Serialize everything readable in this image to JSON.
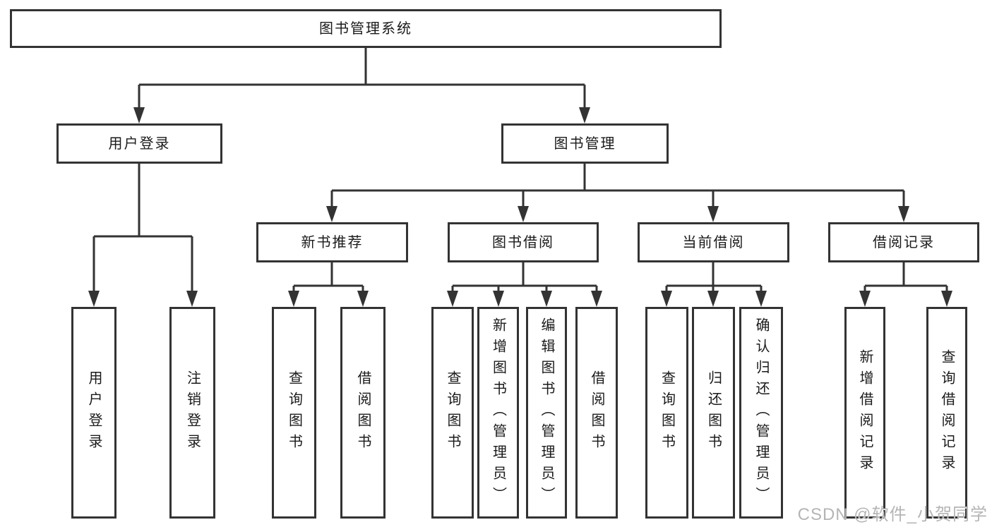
{
  "colors": {
    "line": "#333333",
    "text": "#1a1a1a",
    "watermark": "#b5b5b5",
    "background": "#ffffff"
  },
  "watermark": {
    "text": "CSDN @软件_小贺同学"
  },
  "tree": {
    "root": {
      "label": "图书管理系统",
      "children": [
        {
          "label": "用户登录",
          "children": [
            {
              "label": "用户登录"
            },
            {
              "label": "注销登录"
            }
          ]
        },
        {
          "label": "图书管理",
          "children": [
            {
              "label": "新书推荐",
              "children": [
                {
                  "label": "查询图书"
                },
                {
                  "label": "借阅图书"
                }
              ]
            },
            {
              "label": "图书借阅",
              "children": [
                {
                  "label": "查询图书"
                },
                {
                  "label": "新增图书（管理员）"
                },
                {
                  "label": "编辑图书（管理员）"
                },
                {
                  "label": "借阅图书"
                }
              ]
            },
            {
              "label": "当前借阅",
              "children": [
                {
                  "label": "查询图书"
                },
                {
                  "label": "归还图书"
                },
                {
                  "label": "确认归还（管理员）"
                }
              ]
            },
            {
              "label": "借阅记录",
              "children": [
                {
                  "label": "新增借阅记录"
                },
                {
                  "label": "查询借阅记录"
                }
              ]
            }
          ]
        }
      ]
    }
  }
}
